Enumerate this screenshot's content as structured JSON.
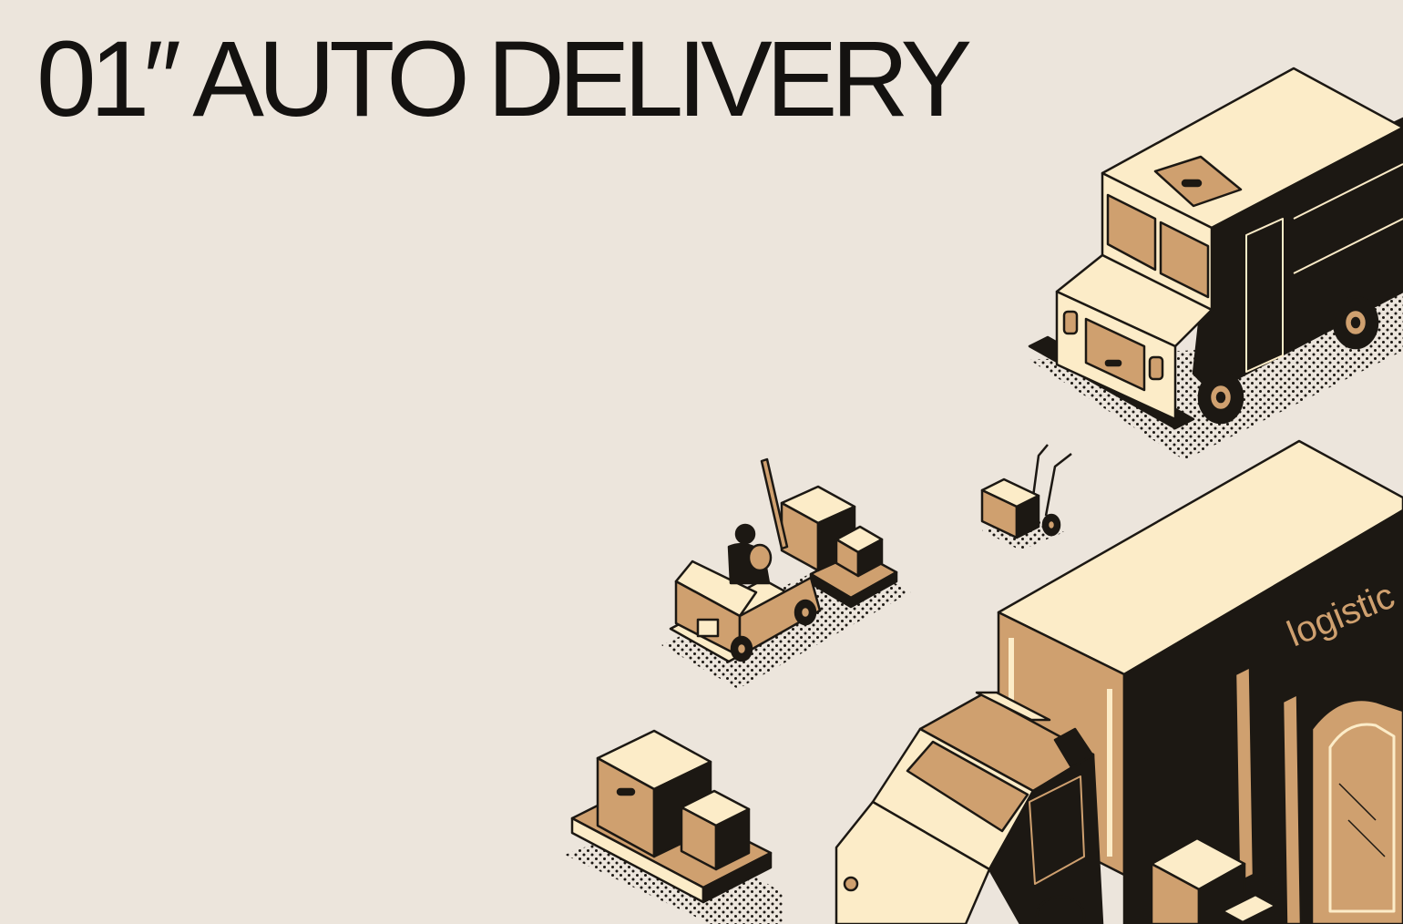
{
  "page": {
    "title": "01″ AUTO DELIVERY"
  },
  "illustration": {
    "truck_side_text": "logistic",
    "colors": {
      "background": "#ece5dc",
      "ink": "#1c1813",
      "cream": "#fcecc8",
      "tan": "#cfa06f",
      "shadow_dots": "#1c1813"
    },
    "objects": [
      "delivery-van",
      "hand-truck",
      "box-truck",
      "airport-tug",
      "pallet-boxes",
      "forklift"
    ]
  }
}
